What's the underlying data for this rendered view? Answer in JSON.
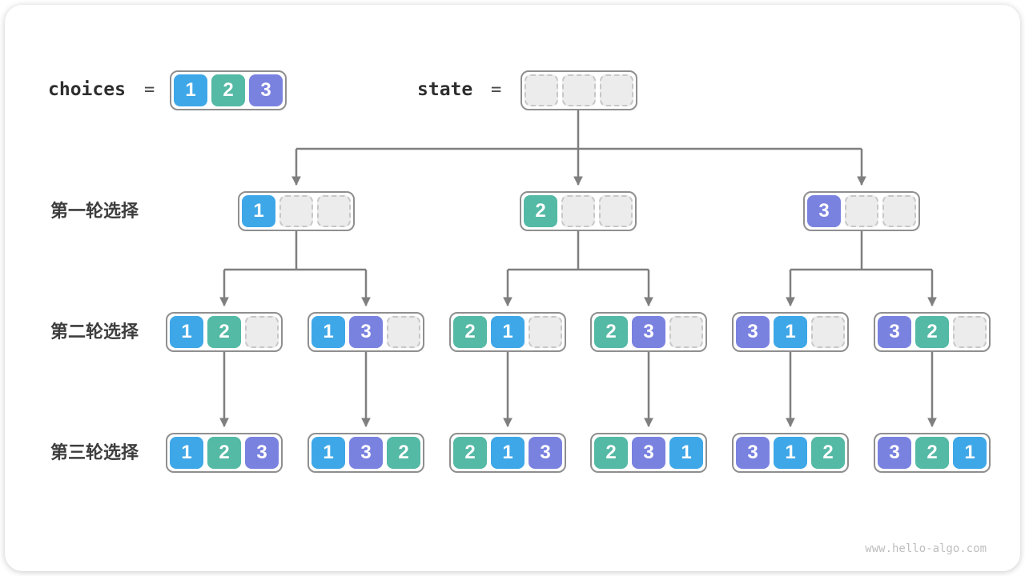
{
  "header": {
    "choices_label": "choices",
    "choices_eq": "=",
    "state_label": "state",
    "state_eq": "=",
    "choices_cells": [
      "1",
      "2",
      "3"
    ],
    "state_cells": [
      "",
      "",
      ""
    ]
  },
  "rows": [
    {
      "label": "第一轮选择",
      "nodes": [
        [
          "1",
          "",
          ""
        ],
        [
          "2",
          "",
          ""
        ],
        [
          "3",
          "",
          ""
        ]
      ]
    },
    {
      "label": "第二轮选择",
      "nodes": [
        [
          "1",
          "2",
          ""
        ],
        [
          "1",
          "3",
          ""
        ],
        [
          "2",
          "1",
          ""
        ],
        [
          "2",
          "3",
          ""
        ],
        [
          "3",
          "1",
          ""
        ],
        [
          "3",
          "2",
          ""
        ]
      ]
    },
    {
      "label": "第三轮选择",
      "nodes": [
        [
          "1",
          "2",
          "3"
        ],
        [
          "1",
          "3",
          "2"
        ],
        [
          "2",
          "1",
          "3"
        ],
        [
          "2",
          "3",
          "1"
        ],
        [
          "3",
          "1",
          "2"
        ],
        [
          "3",
          "2",
          "1"
        ]
      ]
    }
  ],
  "cell_colors": {
    "1": "#3ea7e8",
    "2": "#54b9a5",
    "3": "#7a82e0"
  },
  "colors": {
    "line": "#7f7f7f",
    "node_border": "#8f8f8f",
    "empty_fill": "#ececec",
    "empty_border": "#c7c7c7",
    "label_text": "#3d3d3d",
    "watermark": "#bdbdbd"
  },
  "watermark": {
    "text": "www.hello-algo.com"
  }
}
